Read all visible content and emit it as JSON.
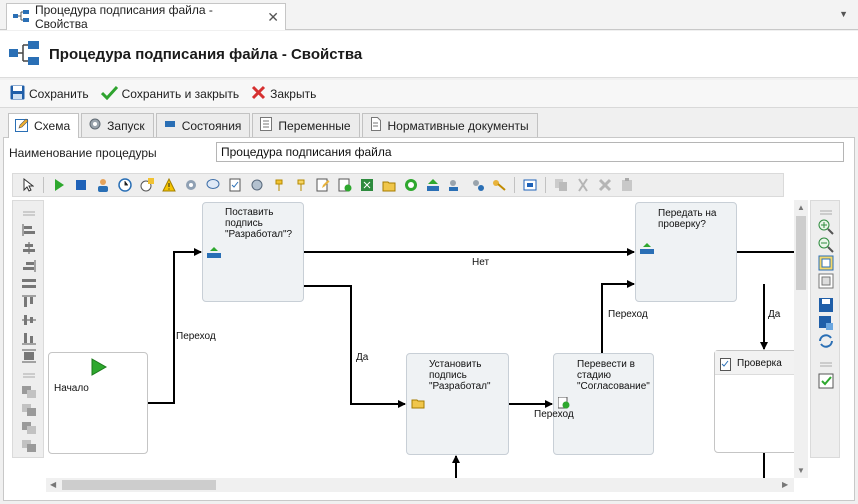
{
  "doc_tab": {
    "label": "Процедура подписания файла - Свойства",
    "close": "✕",
    "menu": "▼"
  },
  "header": {
    "title": "Процедура подписания файла - Свойства"
  },
  "actions": {
    "save": "Сохранить",
    "save_close": "Сохранить и закрыть",
    "close": "Закрыть"
  },
  "tabs": [
    {
      "label": "Схема",
      "icon": "edit-icon"
    },
    {
      "label": "Запуск",
      "icon": "gear-icon"
    },
    {
      "label": "Состояния",
      "icon": "state-icon"
    },
    {
      "label": "Переменные",
      "icon": "list-icon"
    },
    {
      "label": "Нормативные документы",
      "icon": "document-icon"
    }
  ],
  "form": {
    "name_label": "Наименование процедуры",
    "name_value": "Процедура подписания файла"
  },
  "diagram": {
    "nodes": {
      "start": "Начало",
      "put_sign": "Поставить подпись \"Разработал\"?",
      "set_sign": "Установить подпись \"Разработал\"",
      "move_stage": "Перевести в стадию \"Согласование\"",
      "send_check": "Передать на проверку?",
      "check": "Проверка"
    },
    "edges": {
      "transition": "Переход",
      "yes": "Да",
      "no": "Нет"
    }
  },
  "colors": {
    "accent": "#2a6fb5",
    "node_fill": "#eff2f4",
    "play": "#2ea82e"
  }
}
